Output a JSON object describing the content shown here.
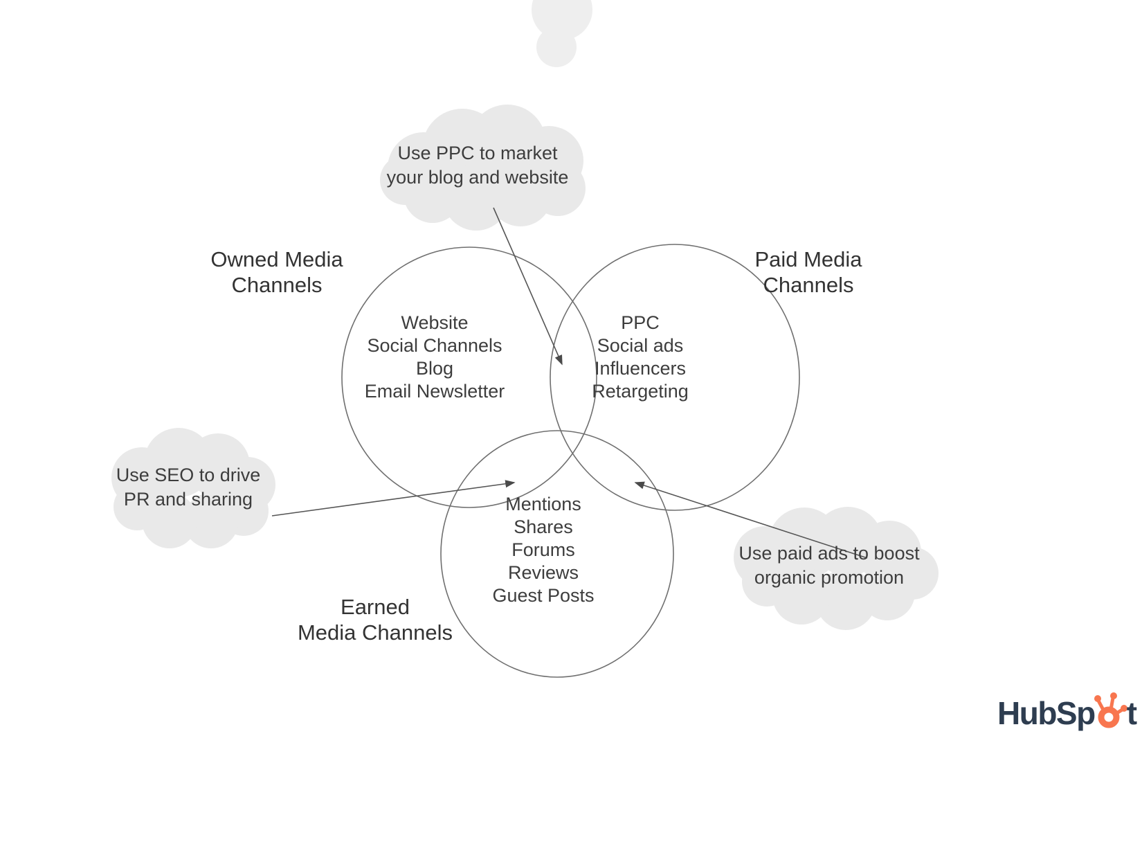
{
  "diagram": {
    "clouds": [
      {
        "id": "ppc-cloud",
        "lines": [
          "Use PPC to market",
          "your blog and website"
        ]
      },
      {
        "id": "seo-cloud",
        "lines": [
          "Use SEO to drive",
          "PR and sharing"
        ]
      },
      {
        "id": "paid-cloud",
        "lines": [
          "Use paid ads to boost",
          "organic promotion"
        ]
      }
    ],
    "circles": [
      {
        "id": "owned",
        "label_lines": [
          "Owned Media",
          "Channels"
        ],
        "items": [
          "Website",
          "Social Channels",
          "Blog",
          "Email Newsletter"
        ]
      },
      {
        "id": "paid",
        "label_lines": [
          "Paid Media",
          "Channels"
        ],
        "items": [
          "PPC",
          "Social ads",
          "Influencers",
          "Retargeting"
        ]
      },
      {
        "id": "earned",
        "label_lines": [
          "Earned",
          "Media Channels"
        ],
        "items": [
          "Mentions",
          "Shares",
          "Forums",
          "Reviews",
          "Guest Posts"
        ]
      }
    ],
    "logo": {
      "text_pre": "HubSp",
      "text_post": "t",
      "icon": "sprocket-icon"
    },
    "colors": {
      "circle_stroke": "#6f6f6f",
      "arrow": "#555555",
      "cloud_fill": "#e9e9e9",
      "text": "#3d3d3d",
      "logo_navy": "#2e3d50",
      "logo_orange": "#f8764f"
    }
  }
}
